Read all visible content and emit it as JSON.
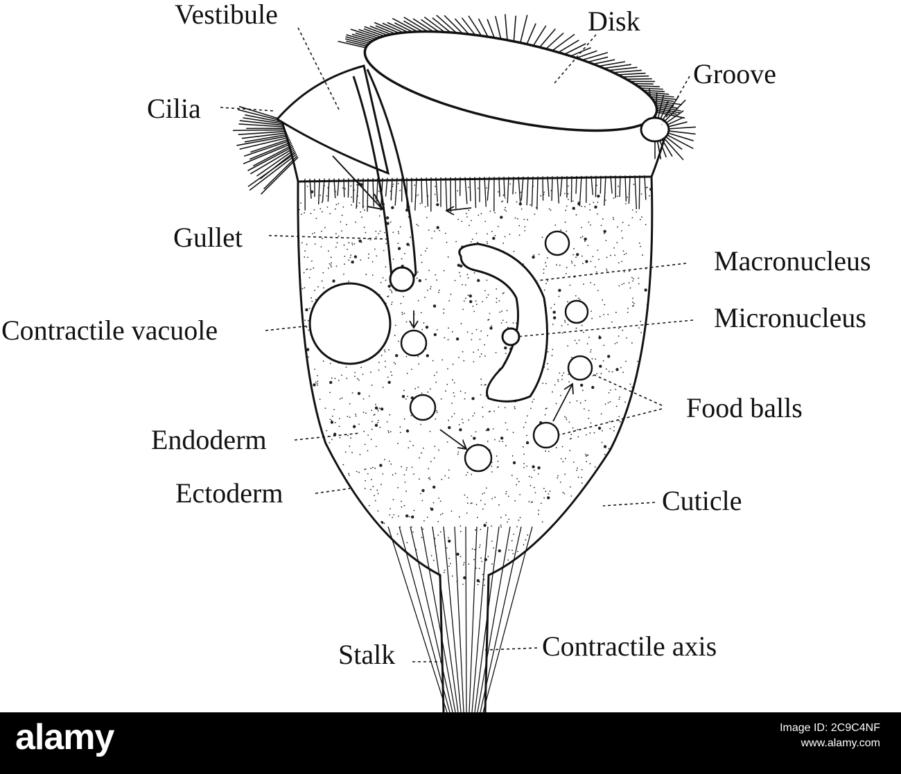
{
  "labels": {
    "vestibule": "Vestibule",
    "disk": "Disk",
    "groove": "Groove",
    "cilia": "Cilia",
    "gullet": "Gullet",
    "macronucleus": "Macronucleus",
    "micronucleus": "Micronucleus",
    "contractile_vacuole": "Contractile vacuole",
    "food_balls": "Food balls",
    "endoderm": "Endoderm",
    "ectoderm": "Ectoderm",
    "cuticle": "Cuticle",
    "stalk": "Stalk",
    "contractile_axis": "Contractile axis"
  },
  "watermark": {
    "logo": "alamy",
    "image_id_label": "Image ID: 2C9C4NF",
    "site_url": "www.alamy.com"
  },
  "colors": {
    "ink": "#111111",
    "background": "#ffffff",
    "footer": "#000000"
  }
}
